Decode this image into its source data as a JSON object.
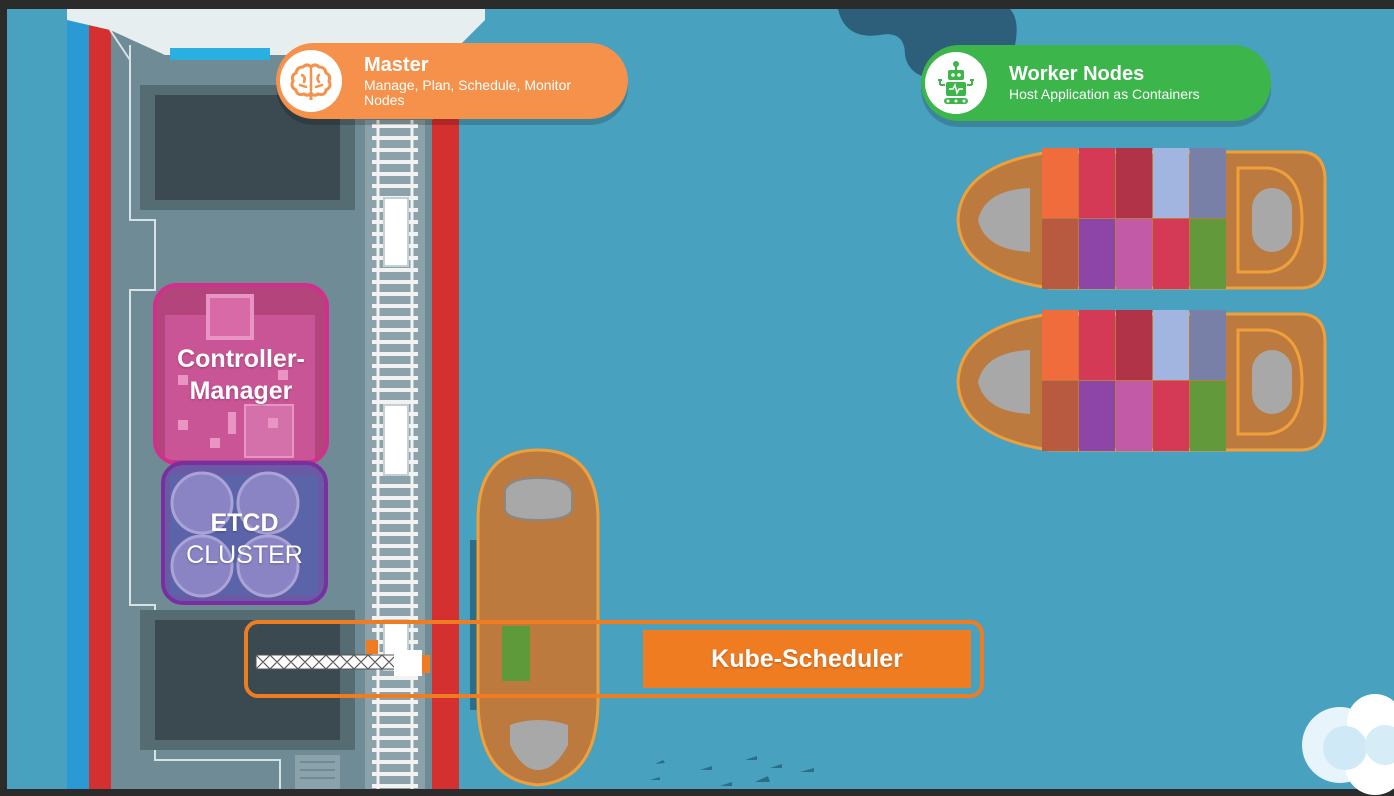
{
  "master": {
    "title": "Master",
    "subtitle": "Manage, Plan, Schedule, Monitor Nodes",
    "icon": "brain-icon",
    "color": "#f5914a"
  },
  "worker_nodes": {
    "title": "Worker Nodes",
    "subtitle": "Host Application as Containers",
    "icon": "robot-icon",
    "color": "#3cb54a"
  },
  "controller_manager": {
    "line1": "Controller-",
    "line2": "Manager",
    "color": "#d0308c"
  },
  "etcd": {
    "line1": "ETCD",
    "line2": "CLUSTER",
    "color": "#7a2fa0"
  },
  "kube_scheduler": {
    "label": "Kube-Scheduler",
    "color": "#f07c22"
  },
  "colors": {
    "sea": "#48a1be",
    "dock": "#6f8b95",
    "rail": "#d4302f",
    "ship": "#bd7a3e"
  }
}
